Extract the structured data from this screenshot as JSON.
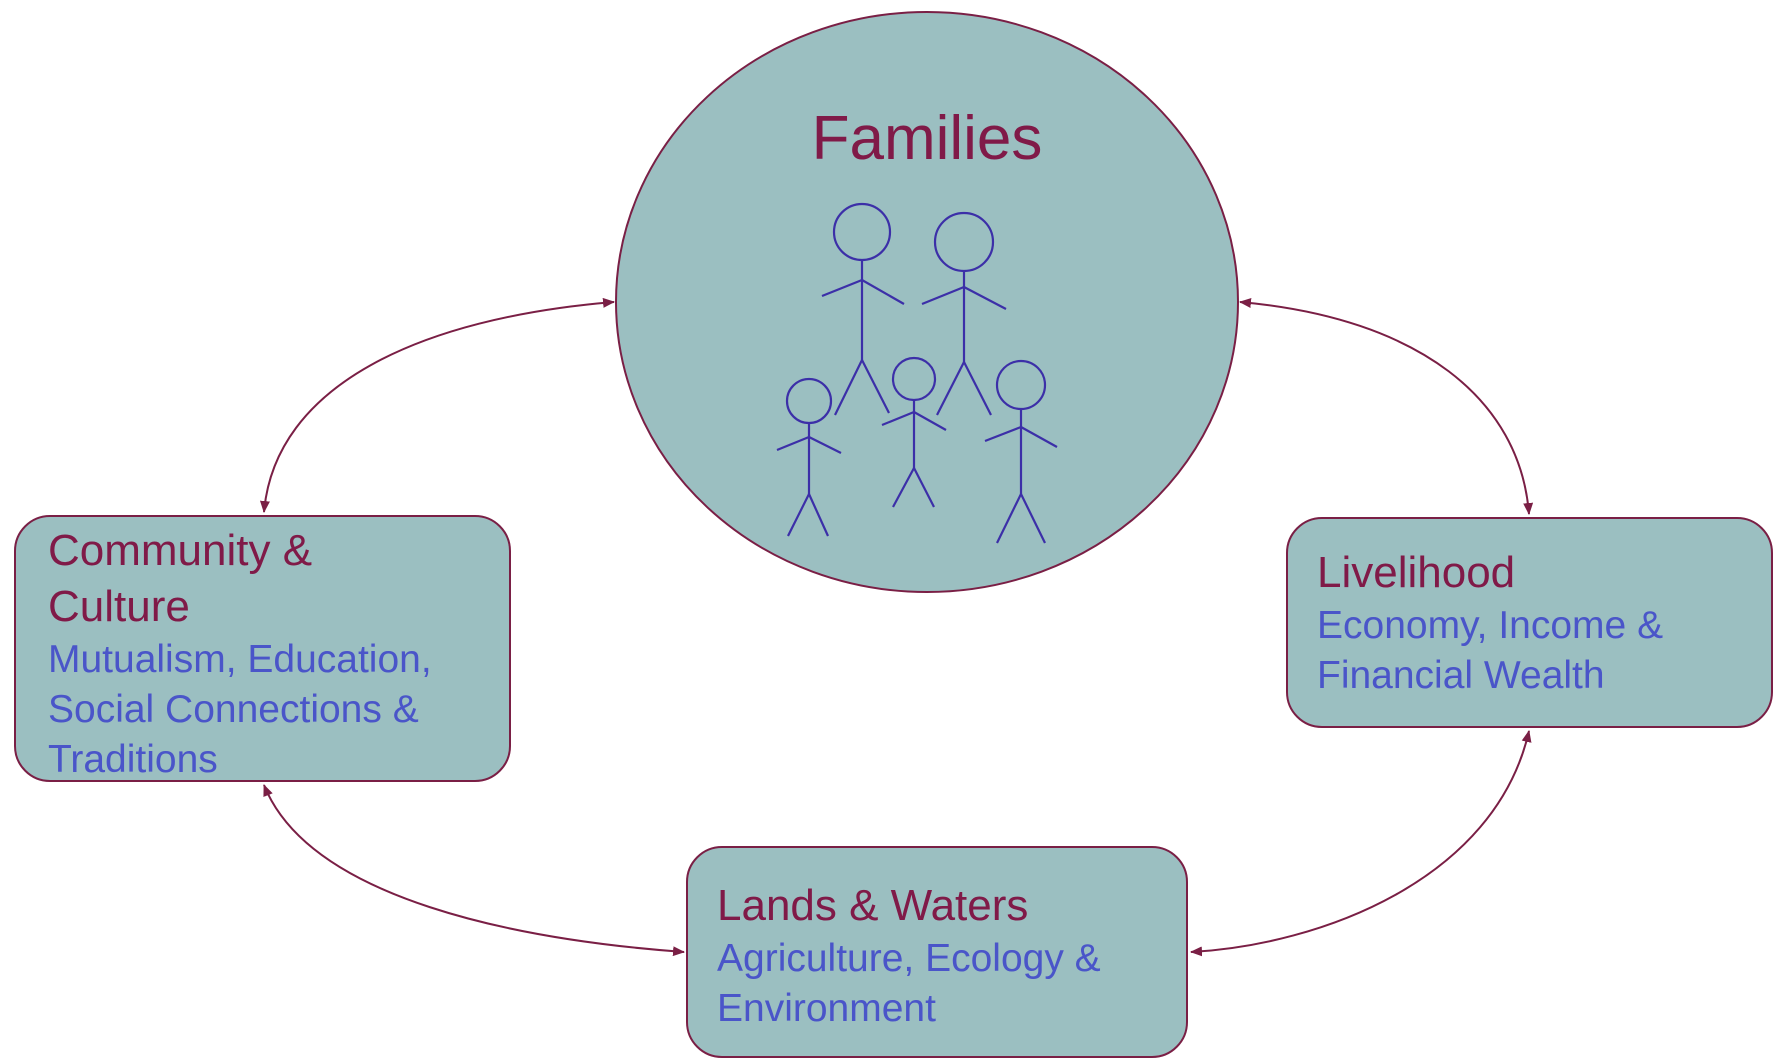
{
  "colors": {
    "fill": "#9bbfc1",
    "border": "#7a1f45",
    "title_text": "#801a48",
    "subtitle_text": "#4a55c9",
    "arrow": "#7a1f45",
    "figure_stroke": "#3c2fa8"
  },
  "families": {
    "title": "Families",
    "icon": "stick-figure-family-icon"
  },
  "community": {
    "title": "Community & Culture",
    "subtitle": "Mutualism, Education, Social Connections & Traditions"
  },
  "livelihood": {
    "title": "Livelihood",
    "subtitle": "Economy, Income & Financial Wealth"
  },
  "lands": {
    "title": "Lands & Waters",
    "subtitle": "Agriculture, Ecology & Environment"
  },
  "connections": [
    {
      "from": "Families",
      "to": "Community & Culture",
      "type": "bidirectional"
    },
    {
      "from": "Families",
      "to": "Livelihood",
      "type": "bidirectional"
    },
    {
      "from": "Community & Culture",
      "to": "Lands & Waters",
      "type": "bidirectional"
    },
    {
      "from": "Livelihood",
      "to": "Lands & Waters",
      "type": "bidirectional"
    }
  ]
}
